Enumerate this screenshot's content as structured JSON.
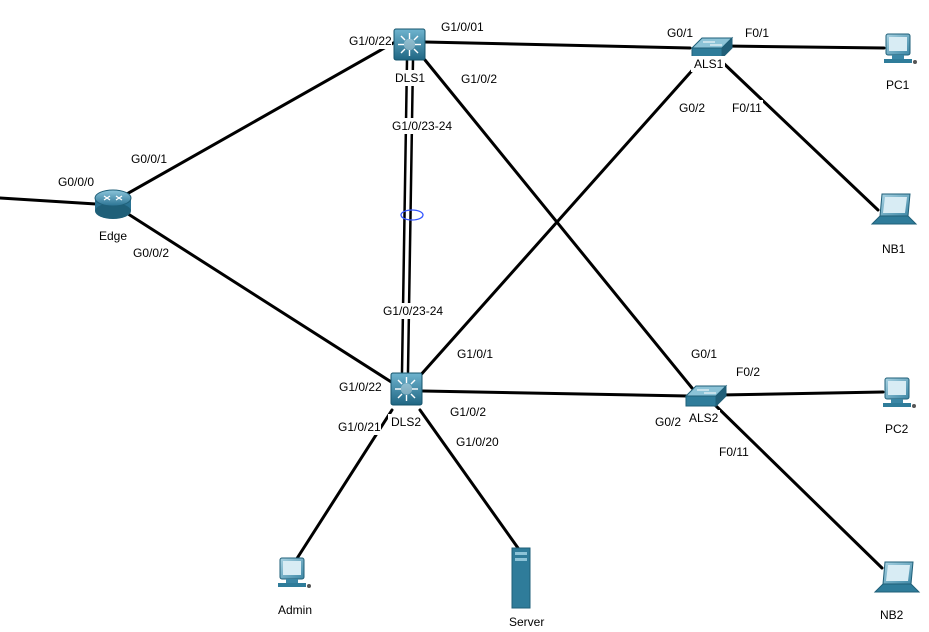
{
  "devices": {
    "dls1": {
      "name": "DLS1",
      "type": "multilayer-switch"
    },
    "dls2": {
      "name": "DLS2",
      "type": "multilayer-switch"
    },
    "als1": {
      "name": "ALS1",
      "type": "switch"
    },
    "als2": {
      "name": "ALS2",
      "type": "switch"
    },
    "edge": {
      "name": "Edge",
      "type": "router"
    },
    "pc1": {
      "name": "PC1",
      "type": "pc"
    },
    "pc2": {
      "name": "PC2",
      "type": "pc"
    },
    "nb1": {
      "name": "NB1",
      "type": "laptop"
    },
    "nb2": {
      "name": "NB2",
      "type": "laptop"
    },
    "admin": {
      "name": "Admin",
      "type": "pc"
    },
    "server": {
      "name": "Server",
      "type": "server"
    }
  },
  "links": [
    {
      "id": "link-uplink",
      "a": "external",
      "b": "edge",
      "a_port": "",
      "b_port": "G0/0/0"
    },
    {
      "id": "link-edge-dls1",
      "a": "edge",
      "b": "dls1",
      "a_port": "G0/0/1",
      "b_port": "G1/0/22"
    },
    {
      "id": "link-edge-dls2",
      "a": "edge",
      "b": "dls2",
      "a_port": "G0/0/2",
      "b_port": "G1/0/22"
    },
    {
      "id": "link-dls1-als1",
      "a": "dls1",
      "b": "als1",
      "a_port": "G1/0/01",
      "b_port": "G0/1"
    },
    {
      "id": "link-dls1-als2",
      "a": "dls1",
      "b": "als2",
      "a_port": "G1/0/2",
      "b_port": "G0/1"
    },
    {
      "id": "link-dls2-als1",
      "a": "dls2",
      "b": "als1",
      "a_port": "G1/0/1",
      "b_port": "G0/2"
    },
    {
      "id": "link-dls2-als2",
      "a": "dls2",
      "b": "als2",
      "a_port": "G1/0/2",
      "b_port": "G0/2"
    },
    {
      "id": "link-etherchannel",
      "a": "dls1",
      "b": "dls2",
      "a_port": "G1/0/23-24",
      "b_port": "G1/0/23-24"
    },
    {
      "id": "link-als1-pc1",
      "a": "als1",
      "b": "pc1",
      "a_port": "F0/1",
      "b_port": ""
    },
    {
      "id": "link-als1-nb1",
      "a": "als1",
      "b": "nb1",
      "a_port": "F0/11",
      "b_port": ""
    },
    {
      "id": "link-als2-pc2",
      "a": "als2",
      "b": "pc2",
      "a_port": "F0/2",
      "b_port": ""
    },
    {
      "id": "link-als2-nb2",
      "a": "als2",
      "b": "nb2",
      "a_port": "F0/11",
      "b_port": ""
    },
    {
      "id": "link-dls2-admin",
      "a": "dls2",
      "b": "admin",
      "a_port": "G1/0/21",
      "b_port": ""
    },
    {
      "id": "link-dls2-server",
      "a": "dls2",
      "b": "server",
      "a_port": "G1/0/20",
      "b_port": ""
    }
  ],
  "colors": {
    "link": "#000000",
    "switch_body": "#2f7c9a",
    "device_body": "#3c87a6",
    "etherchannel_marker": "#3355ff"
  }
}
